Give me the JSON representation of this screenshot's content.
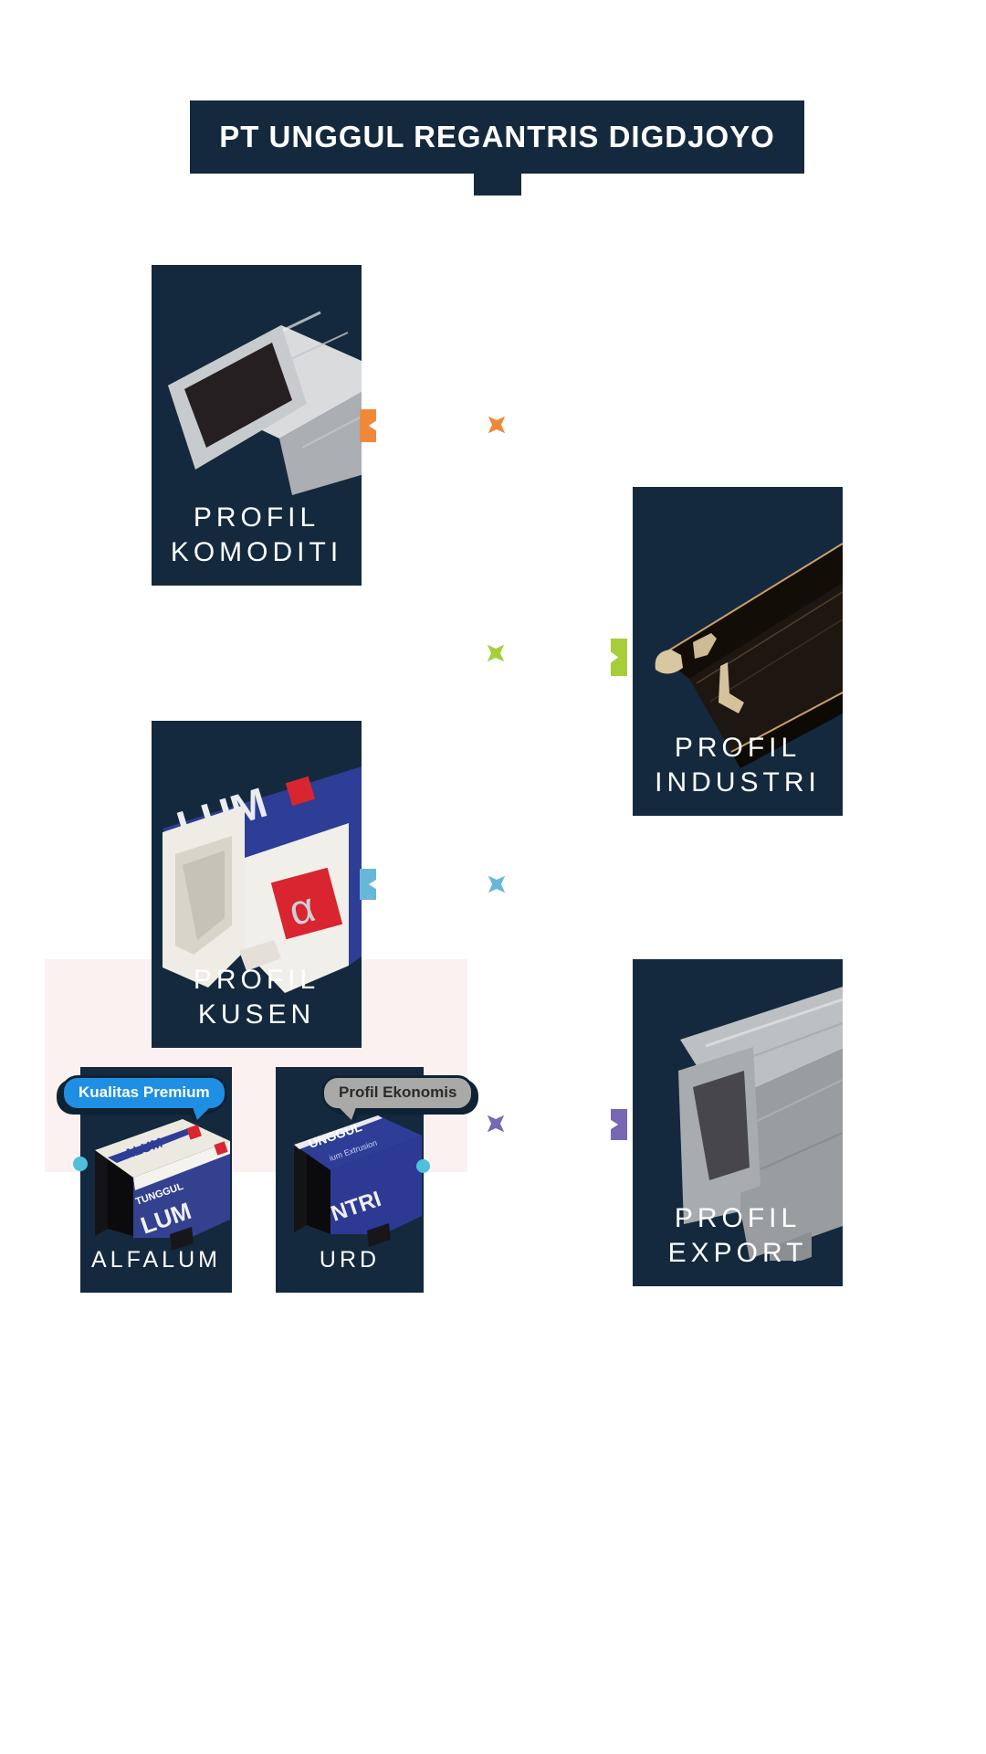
{
  "title": {
    "text": "PT UNGGUL REGANTRIS DIGDJOYO"
  },
  "cards": {
    "komoditi": {
      "line1": "PROFIL",
      "line2": "KOMODITI"
    },
    "industri": {
      "line1": "PROFIL",
      "line2": "INDUSTRI"
    },
    "kusen": {
      "line1": "PROFIL",
      "line2": "KUSEN"
    },
    "export": {
      "line1": "PROFIL",
      "line2": "EXPORT"
    },
    "alfalum": {
      "label": "ALFALUM"
    },
    "urd": {
      "label": "URD"
    }
  },
  "badges": {
    "premium": {
      "label": "Kualitas Premium",
      "bg": "#1E8FE3",
      "text_color": "#FFFFFF"
    },
    "ekonomis": {
      "label": "Profil Ekonomis",
      "bg": "#A9A9A7",
      "text_color": "#2B2B2B"
    }
  },
  "photo_text": {
    "kusen": {
      "wrap": "LUM",
      "alpha": "α"
    },
    "alfalum": {
      "top": "ALUM",
      "brand": "TUNGGUL",
      "big": "LUM"
    },
    "urd": {
      "brand": "UNGGUL",
      "strip": "ium Extrusion",
      "big": "NTRI"
    }
  },
  "markers": {
    "orange": "#F0883B",
    "green": "#A6CE39",
    "blue": "#67B7D9",
    "purple": "#7767B4",
    "cyan": "#4EC0DC"
  },
  "colors": {
    "navy": "#14293D",
    "pink_panel": "#FBF1F1",
    "background": "#FFFFFF"
  }
}
